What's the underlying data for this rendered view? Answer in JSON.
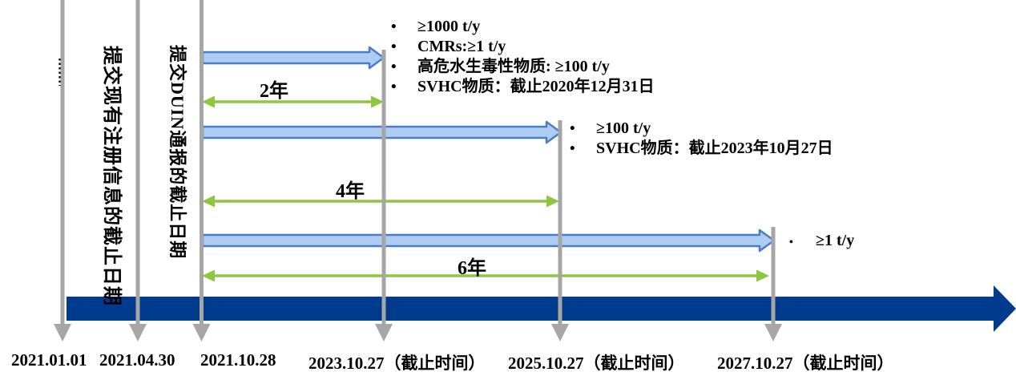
{
  "diagram_title": "UK-REACH registration deadlines timeline",
  "colors": {
    "timeline_bar": "#003B8D",
    "marker_gray": "#A6A6A6",
    "period_arrow_fill": "#ADCCF2",
    "period_arrow_border": "#4A7CC7",
    "duration_green": "#8DC63F",
    "text": "#000000"
  },
  "vertical_labels": [
    {
      "text": "提交现有注册信息的截止日期"
    },
    {
      "text": "提交DUIN通报的截止日期"
    }
  ],
  "durations": [
    {
      "label": "2年"
    },
    {
      "label": "4年"
    },
    {
      "label": "6年"
    }
  ],
  "bullets": [
    {
      "items": [
        "≥1000 t/y",
        "CMRs:≥1 t/y",
        "高危水生毒性物质: ≥100 t/y",
        "SVHC物质：截止2020年12月31日"
      ]
    },
    {
      "items": [
        "≥100 t/y",
        "SVHC物质：截止2023年10月27日"
      ]
    },
    {
      "items": [
        "≥1 t/y"
      ]
    }
  ],
  "dates": [
    {
      "label": "2021.01.01"
    },
    {
      "label": "2021.04.30"
    },
    {
      "label": "2021.10.28"
    },
    {
      "label": "2023.10.27（截止时间）"
    },
    {
      "label": "2025.10.27（截止时间）"
    },
    {
      "label": "2027.10.27（截止时间）"
    }
  ]
}
